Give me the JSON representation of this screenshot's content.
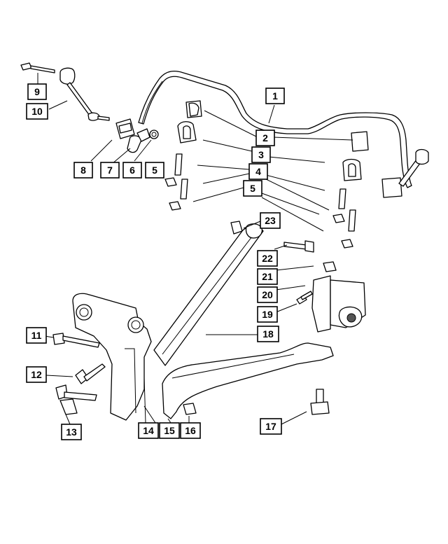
{
  "callouts": [
    {
      "id": "c1",
      "label": "1"
    },
    {
      "id": "c2",
      "label": "2"
    },
    {
      "id": "c3",
      "label": "3"
    },
    {
      "id": "c4",
      "label": "4"
    },
    {
      "id": "c5a",
      "label": "5"
    },
    {
      "id": "c5b",
      "label": "5"
    },
    {
      "id": "c6",
      "label": "6"
    },
    {
      "id": "c7",
      "label": "7"
    },
    {
      "id": "c8",
      "label": "8"
    },
    {
      "id": "c9",
      "label": "9"
    },
    {
      "id": "c10",
      "label": "10"
    },
    {
      "id": "c11",
      "label": "11"
    },
    {
      "id": "c12",
      "label": "12"
    },
    {
      "id": "c13",
      "label": "13"
    },
    {
      "id": "c14",
      "label": "14"
    },
    {
      "id": "c15",
      "label": "15"
    },
    {
      "id": "c16",
      "label": "16"
    },
    {
      "id": "c17",
      "label": "17"
    },
    {
      "id": "c18",
      "label": "18"
    },
    {
      "id": "c19",
      "label": "19"
    },
    {
      "id": "c20",
      "label": "20"
    },
    {
      "id": "c21",
      "label": "21"
    },
    {
      "id": "c22",
      "label": "22"
    },
    {
      "id": "c23",
      "label": "23"
    }
  ]
}
